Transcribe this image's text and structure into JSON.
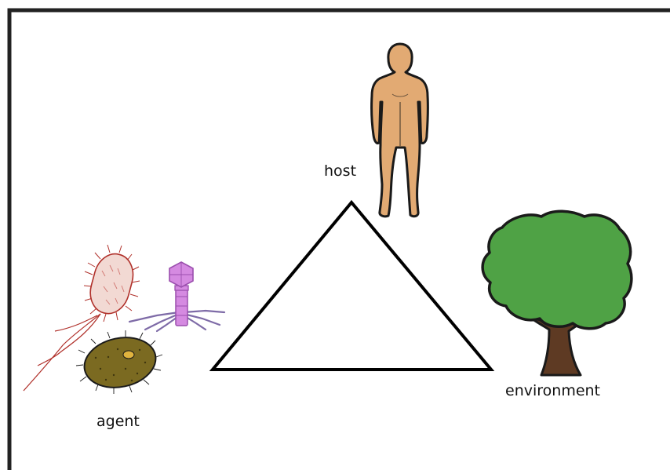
{
  "diagram": {
    "labels": {
      "host": "host",
      "environment": "environment",
      "agent": "agent"
    },
    "icons": {
      "host": "human-figure-icon",
      "environment": "tree-icon",
      "agent_rod": "rod-bacterium-icon",
      "agent_phage": "bacteriophage-icon",
      "agent_oval": "oval-bacterium-icon"
    },
    "colors": {
      "border": "#222222",
      "triangle_stroke": "#000000",
      "skin": "#E2AA73",
      "foliage": "#4FA245",
      "trunk": "#5E3A23",
      "rod_bacterium": "#F2D9D3",
      "rod_outline": "#B0302A",
      "phage": "#D58AE1",
      "phage_legs": "#7E6BA7",
      "oval_bacterium": "#7B6A21",
      "oval_nucleus": "#E0B33E"
    }
  }
}
